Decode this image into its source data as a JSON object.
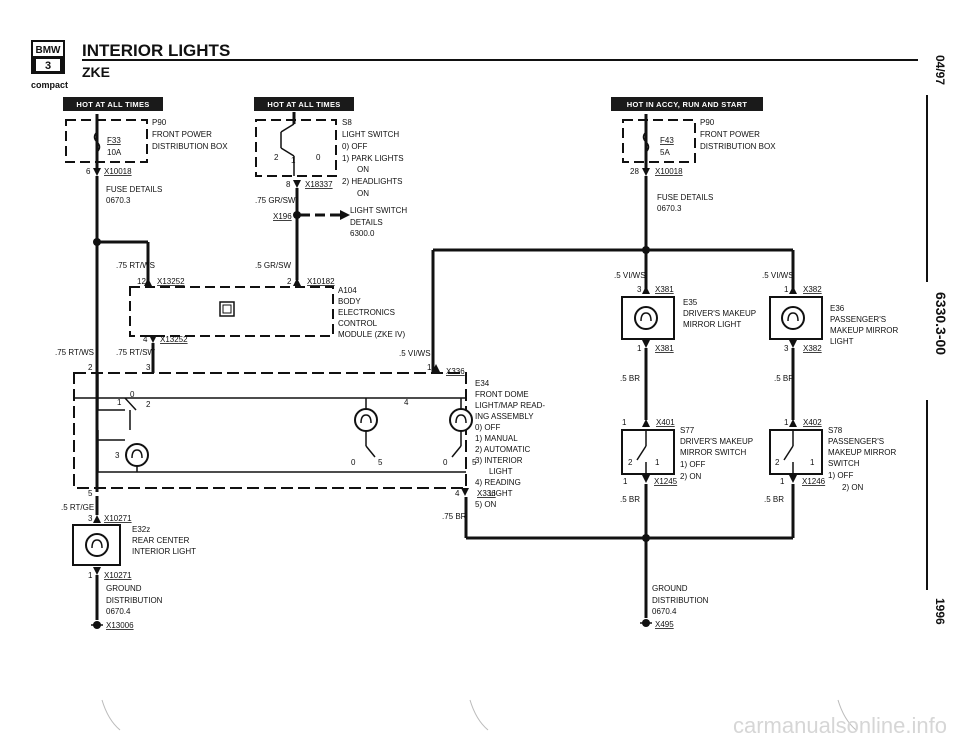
{
  "header": {
    "brand": "BMW",
    "series": "3",
    "variant": "compact",
    "title": "INTERIOR LIGHTS",
    "subtitle": "ZKE"
  },
  "side": {
    "date": "04/97",
    "code": "6330.3-00",
    "year": "1996"
  },
  "footer": {
    "watermark": "carmanualsonline.info"
  },
  "bars": {
    "hot1": "HOT AT ALL TIMES",
    "hot2": "HOT AT ALL TIMES",
    "hot3": "HOT IN ACCY, RUN AND START"
  },
  "p90a": {
    "ref": "P90",
    "line1": "FRONT POWER",
    "line2": "DISTRIBUTION BOX",
    "fuse": "F33",
    "amp": "10A",
    "pin": "6",
    "conn": "X10018",
    "details1": "FUSE DETAILS",
    "details2": "0670.3"
  },
  "s8": {
    "ref": "S8",
    "title": "LIGHT SWITCH",
    "opt0": "0)  OFF",
    "opt1a": "1)  PARK LIGHTS",
    "opt1b": "ON",
    "opt2a": "2)  HEADLIGHTS",
    "opt2b": "ON",
    "pos0": "0",
    "pos1": "1",
    "pos2": "2",
    "pin": "8",
    "conn": "X18337",
    "wire": ".75 GR/SW",
    "splice": "X196",
    "details1": "LIGHT SWITCH",
    "details2": "DETAILS",
    "details3": "6300.0",
    "wire2": ".5 GR/SW"
  },
  "a104": {
    "ref": "A104",
    "line1": "BODY",
    "line2": "ELECTRONICS",
    "line3": "CONTROL",
    "line4": "MODULE (ZKE IV)",
    "pinA": "12",
    "connA": "X13252",
    "pinB": "2",
    "connB": "X10182",
    "pinC": "4",
    "connC": "X13252",
    "wireA": ".75 RT/WS",
    "wireB": ".75 RT/SW",
    "wireC": ".75 RT/WS"
  },
  "e34": {
    "ref": "E34",
    "l1": "FRONT DOME",
    "l2": "LIGHT/MAP READ-",
    "l3": "ING ASSEMBLY",
    "l4": "0)  OFF",
    "l5": "1)  MANUAL",
    "l6": "2)  AUTOMATIC",
    "l7": "3)  INTERIOR",
    "l8": "LIGHT",
    "l9": "4)  READING",
    "l10": "LIGHT",
    "l11": "5)  ON",
    "pin1": "1",
    "conn1": "X336",
    "wire1": ".5 VI/WS",
    "pin2": "2",
    "pin3": "3",
    "pin4": "4",
    "conn4": "X336",
    "pin5": "5",
    "wire4": ".75 BR",
    "sw0": "0",
    "sw1": "1",
    "sw2": "2",
    "sw3": "3",
    "sw4": "4",
    "sw5a": "5",
    "sw5b": "5",
    "sw0b": "0",
    "sw0c": "0",
    "pin2b": "2",
    "pin3b": "3"
  },
  "e32z": {
    "ref": "E32z",
    "l1": "REAR CENTER",
    "l2": "INTERIOR LIGHT",
    "pinTop": "3",
    "connTop": "X10271",
    "pinBot": "1",
    "connBot": "X10271",
    "wire": ".5 RT/GE",
    "pin5": "5"
  },
  "ground1": {
    "l1": "GROUND",
    "l2": "DISTRIBUTION",
    "l3": "0670.4",
    "conn": "X13006"
  },
  "p90b": {
    "ref": "P90",
    "line1": "FRONT POWER",
    "line2": "DISTRIBUTION BOX",
    "fuse": "F43",
    "amp": "5A",
    "pin": "28",
    "conn": "X10018",
    "details1": "FUSE DETAILS",
    "details2": "0670.3"
  },
  "e35": {
    "ref": "E35",
    "l1": "DRIVER'S MAKEUP",
    "l2": "MIRROR LIGHT",
    "pinTop": "3",
    "connTop": "X381",
    "pinBot": "1",
    "connBot": "X381",
    "wire": ".5 VI/WS",
    "wireBot": ".5 BR"
  },
  "e36": {
    "ref": "E36",
    "l1": "PASSENGER'S",
    "l2": "MAKEUP MIRROR",
    "l3": "LIGHT",
    "pinTop": "1",
    "connTop": "X382",
    "pinBot": "3",
    "connBot": "X382",
    "wire": ".5 VI/WS",
    "wireBot": ".5 BR"
  },
  "s77": {
    "ref": "S77",
    "l1": "DRIVER'S MAKEUP",
    "l2": "MIRROR SWITCH",
    "l3": "1)  OFF",
    "l4": "2)  ON",
    "pinTop": "1",
    "connTop": "X401",
    "pinBot": "1",
    "connBot": "X1245",
    "wireBot": ".5 BR",
    "sw1": "1",
    "sw2": "2"
  },
  "s78": {
    "ref": "S78",
    "l1": "PASSENGER'S",
    "l2": "MAKEUP MIRROR",
    "l3": "SWITCH",
    "l4": "1)  OFF",
    "l5": "2)  ON",
    "pinTop": "1",
    "connTop": "X402",
    "pinBot": "1",
    "connBot": "X1246",
    "wireBot": ".5 BR",
    "sw1": "1",
    "sw2": "2"
  },
  "ground2": {
    "l1": "GROUND",
    "l2": "DISTRIBUTION",
    "l3": "0670.4",
    "conn": "X495"
  }
}
